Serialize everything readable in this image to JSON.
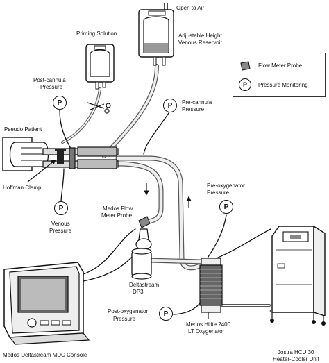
{
  "labels": {
    "open_to_air": "Open to Air",
    "priming_solution": "Priming Solution",
    "adjustable_reservoir_1": "Adjustable Height",
    "adjustable_reservoir_2": "Venous Reservoir",
    "post_cannula_1": "Post-cannula",
    "post_cannula_2": "Pressure",
    "pre_cannula_1": "Pre-cannula",
    "pre_cannula_2": "Pressure",
    "pseudo_patient": "Pseudo Patient",
    "hoffman_clamp": "Hoffman Clamp",
    "venous_pressure_1": "Venous",
    "venous_pressure_2": "Pressure",
    "flow_meter_probe_1": "Medos Flow",
    "flow_meter_probe_2": "Meter Probe",
    "pre_oxygenator_1": "Pre-oxygenator",
    "pre_oxygenator_2": "Pressure",
    "deltastream_1": "Deltastream",
    "deltastream_2": "DP3",
    "post_oxygenator_1": "Post-oxygenator",
    "post_oxygenator_2": "Pressure",
    "hilite_1": "Medos Hilite 2400",
    "hilite_2": "LT Oxygenator",
    "console": "Medos Deltastream MDC Console",
    "hcu_1": "Jostra HCU 30",
    "hcu_2": "Heater-Cooler Unit"
  },
  "legend": {
    "flow_meter_probe": "Flow Meter Probe",
    "pressure_monitoring": "Pressure Monitoring",
    "p_symbol": "P"
  },
  "pressure_symbol": "P"
}
